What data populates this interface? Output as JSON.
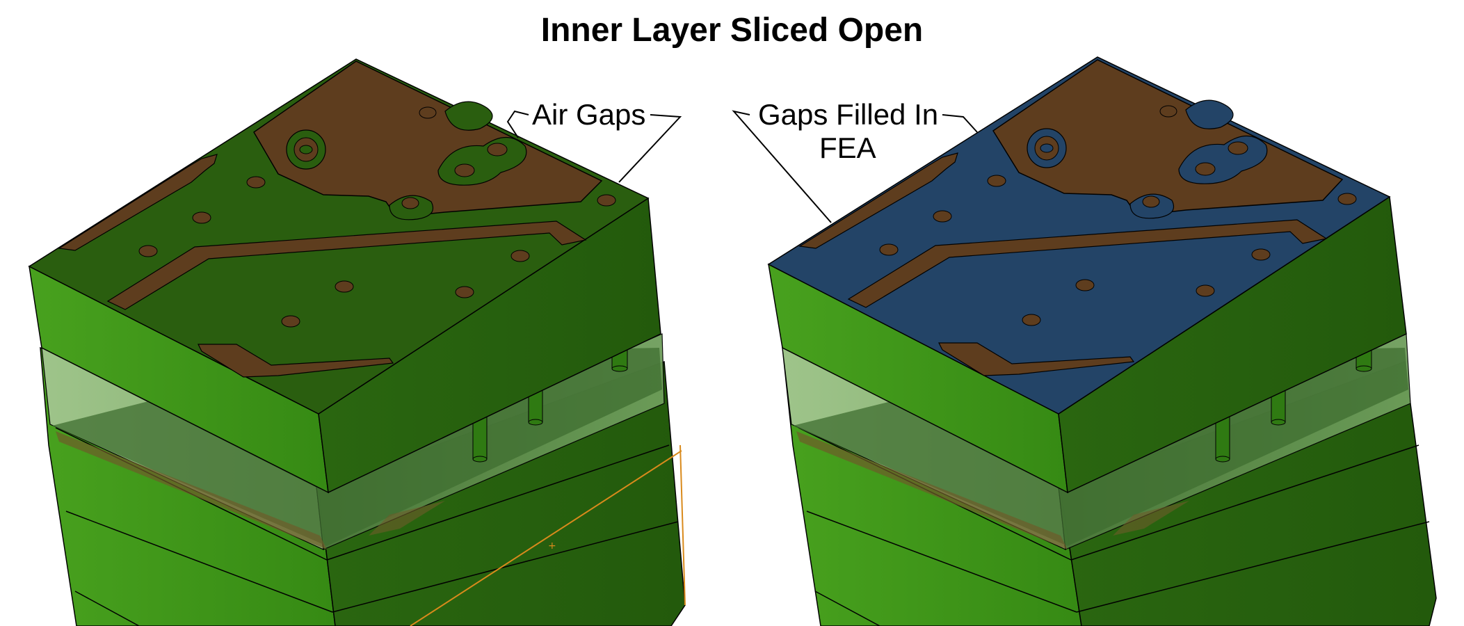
{
  "title": "Inner Layer Sliced Open",
  "callouts": {
    "air_gaps": "Air Gaps",
    "gaps_filled_line1": "Gaps Filled In",
    "gaps_filled_line2": "FEA"
  },
  "colors": {
    "board_top_green": "#2a5e0f",
    "board_side_light": "#3d8c19",
    "board_side_dark": "#2b6a0f",
    "copper": "#5e3d1e",
    "filled_blue": "#234467",
    "transparent_layer": "#8fb97a",
    "via": "#327a15"
  }
}
